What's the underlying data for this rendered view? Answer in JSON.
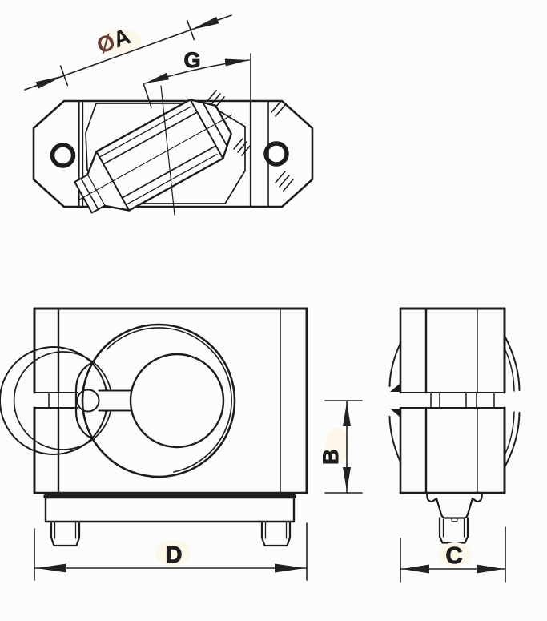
{
  "meta": {
    "type": "engineering-drawing",
    "description": "Three-view technical line drawing of a swivel clamp block with dimension callouts",
    "background_color": "#fcfcfc",
    "line_color": "#1b1b1b",
    "dimension_color": "#222222",
    "accent_red": "#6b3a34"
  },
  "views": {
    "top": {
      "name": "top-view"
    },
    "front": {
      "name": "front-view"
    },
    "side": {
      "name": "side-view"
    }
  },
  "dims": {
    "A": {
      "label": "ØA",
      "symbol": "Ø",
      "letter": "A"
    },
    "G": {
      "label": "G"
    },
    "B": {
      "label": "B"
    },
    "D": {
      "label": "D"
    },
    "C": {
      "label": "C"
    }
  }
}
